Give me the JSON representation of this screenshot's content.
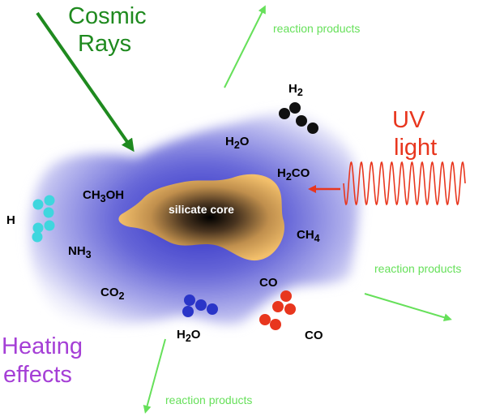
{
  "colors": {
    "cosmic": "#1f8a1f",
    "uv": "#e8361e",
    "heating": "#a53fd6",
    "reaction": "#66e05a",
    "water_dots": "#2a35c8",
    "co_dots": "#e8361e",
    "h2_dots": "#111111",
    "h_dots": "#3fd6de",
    "core_fill": "#f2bf6b",
    "grain": "#5a5ad6"
  },
  "labels": {
    "cosmic_line1": "Cosmic",
    "cosmic_line2": "Rays",
    "uv_line1": "UV",
    "uv_line2": "light",
    "heating_line1": "Heating",
    "heating_line2": "effects",
    "reaction_top": "reaction products",
    "reaction_right": "reaction products",
    "reaction_bottom": "reaction products",
    "silicate_core": "silicate core"
  },
  "molecules": {
    "h2_top": {
      "main": "H",
      "sub": "2",
      "tail": ""
    },
    "h2o_top": {
      "main": "H",
      "sub": "2",
      "tail": "O"
    },
    "h2co": {
      "main": "H",
      "sub": "2",
      "tail": "CO"
    },
    "ch3oh": {
      "main": "CH",
      "sub": "3",
      "tail": "OH"
    },
    "ch4": {
      "main": "CH",
      "sub": "4",
      "tail": ""
    },
    "nh3": {
      "main": "NH",
      "sub": "3",
      "tail": ""
    },
    "co2": {
      "main": "CO",
      "sub": "2",
      "tail": ""
    },
    "h2o_bottom": {
      "main": "H",
      "sub": "2",
      "tail": "O"
    },
    "co_upper": {
      "main": "CO",
      "sub": "",
      "tail": ""
    },
    "co_lower": {
      "main": "CO",
      "sub": "",
      "tail": ""
    },
    "h_atom": {
      "main": "H",
      "sub": "",
      "tail": ""
    }
  }
}
